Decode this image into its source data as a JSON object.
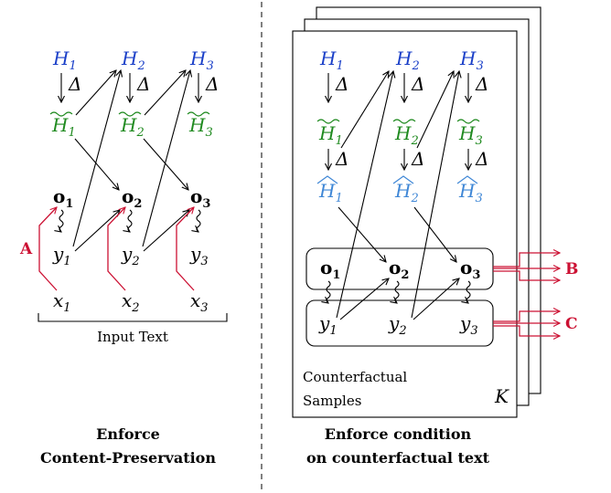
{
  "left": {
    "H": [
      "H",
      "H",
      "H"
    ],
    "Htilde": [
      "H",
      "H",
      "H"
    ],
    "o": [
      "o",
      "o",
      "o"
    ],
    "y": [
      "y",
      "y",
      "y"
    ],
    "x": [
      "x",
      "x",
      "x"
    ],
    "subs": [
      "1",
      "2",
      "3"
    ],
    "delta": "Δ",
    "input_text": "Input Text",
    "marker": "A",
    "caption_line1": "Enforce",
    "caption_line2": "Content-Preservation"
  },
  "right": {
    "H": [
      "H",
      "H",
      "H"
    ],
    "Htilde": [
      "H",
      "H",
      "H"
    ],
    "Hhat": [
      "H",
      "H",
      "H"
    ],
    "o": [
      "o",
      "o",
      "o"
    ],
    "y": [
      "y",
      "y",
      "y"
    ],
    "subs": [
      "1",
      "2",
      "3"
    ],
    "delta": "Δ",
    "samples_line1": "Counterfactual",
    "samples_line2": "Samples",
    "k": "K",
    "marker_b": "B",
    "marker_c": "C",
    "caption_line1": "Enforce condition",
    "caption_line2": "on counterfactual text"
  },
  "colors": {
    "blue": "#1a3fc8",
    "light_blue": "#3f87d6",
    "green": "#1f8a1f",
    "red": "#cc1133"
  }
}
